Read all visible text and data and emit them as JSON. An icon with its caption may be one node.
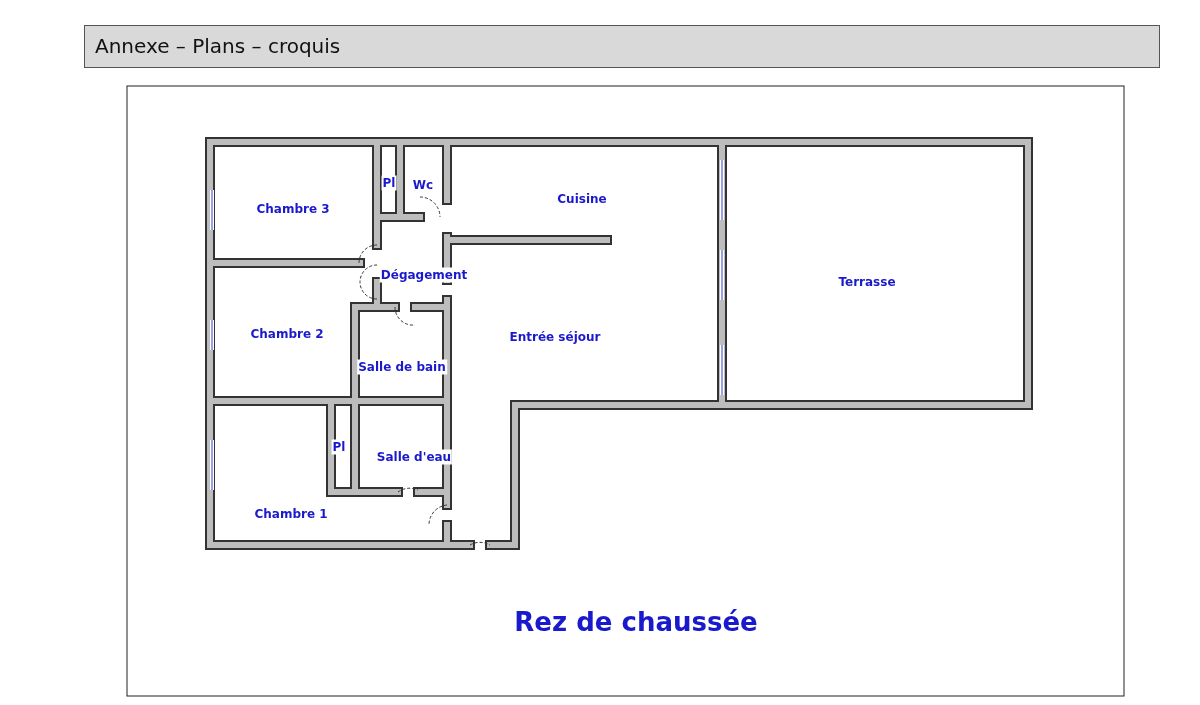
{
  "diagram": {
    "title": "Annexe – Plans – croquis",
    "caption": "Rez de chaussée",
    "labels": [
      "Chambre 3",
      "Pl",
      "Wc",
      "Cuisine",
      "Dégagement",
      "Terrasse",
      "Chambre 2",
      "Entrée séjour",
      "Salle de bain",
      "Pl",
      "Salle d'eau",
      "Chambre 1"
    ]
  }
}
